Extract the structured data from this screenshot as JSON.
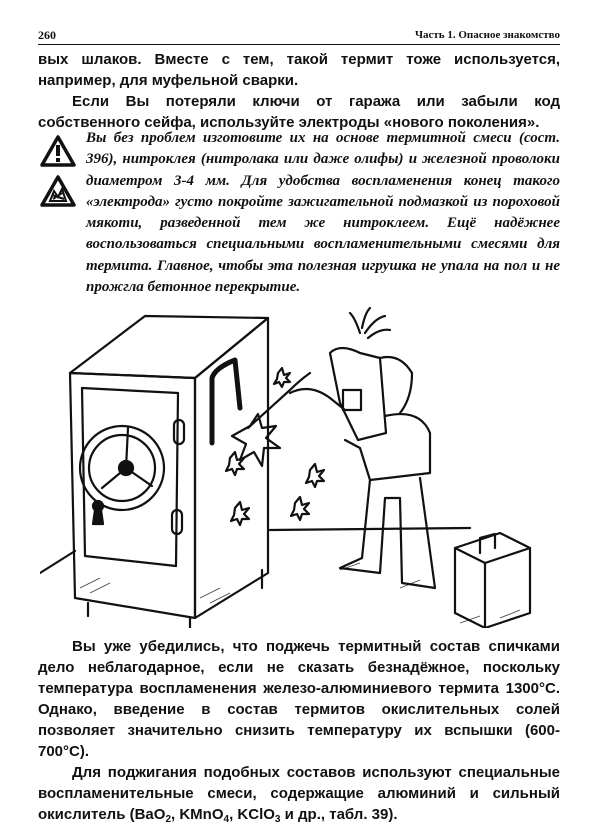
{
  "header": {
    "page_number": "260",
    "running_title": "Часть 1. Опасное знакомство"
  },
  "top_paragraph": {
    "line1": "вых шлаков. Вместе с тем, такой термит тоже используется, например, для муфельной сварки.",
    "line2": "Если Вы потеряли ключи от гаража или забыли код собственного сейфа, используйте электроды «нового поколения»."
  },
  "warning_block": {
    "icons": [
      "warning-exclamation-icon",
      "fire-hazard-icon"
    ],
    "text": "Вы без проблем изготовите их на основе термитной смеси (сост. 396), нитроклея (нитролака или даже олифы) и железной проволоки диаметром 3-4 мм. Для удобства воспламенения конец такого «электрода» густо покройте зажигательной подмазкой из пороховой мякоти, разведенной тем же нитроклеем. Ещё надёжнее воспользоваться специальными воспламенительными смесями для термита. Главное, чтобы эта полезная игрушка не упала на пол и не прожгла бетонное перекрытие."
  },
  "illustration": {
    "description": "cartoon-man-welding-safe-with-electrode"
  },
  "bottom_paragraphs": {
    "p1": "Вы уже убедились, что поджечь термитный состав спичками дело неблагодарное, если не сказать безнадёжное, поскольку температура воспламенения железо-алюминиевого термита 1300°С. Однако, введение в состав термитов окислительных солей позволяет значительно снизить температуру их вспышки (600-700°С).",
    "p2_start": "Для поджигания подобных составов используют специальные воспламенительные смеси, содержащие алюминий и сильный окислитель (",
    "f1": "BaO",
    "f1_sub": "2",
    "f2": "KMnO",
    "f2_sub": "4",
    "f3": "KClO",
    "f3_sub": "3",
    "p2_end": " и др., табл. 39)."
  }
}
